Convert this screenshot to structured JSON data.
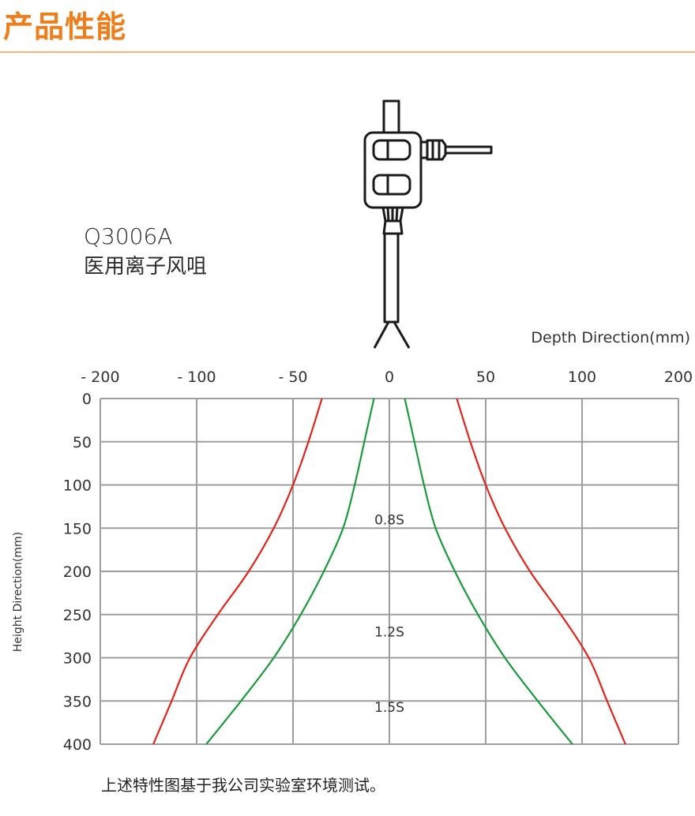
{
  "header": {
    "title": "产品性能"
  },
  "product": {
    "model": "Q3006A",
    "name": "医用离子风咀"
  },
  "footnote": "上述特性图基于我公司实验室环境测试。",
  "colors": {
    "title": "#ee7d1a",
    "title_rule": "#f3b675",
    "grid": "#9e9e9e",
    "outer_curve": "#e2231a",
    "inner_curve": "#1a9a3c",
    "text": "#333333"
  },
  "chart_data": {
    "type": "line",
    "title": "",
    "xlabel": "Depth Direction(mm)",
    "ylabel": "Height Direction(mm)",
    "x_ticks": [
      -200,
      -100,
      -50,
      0,
      50,
      100,
      200
    ],
    "x_tick_labels": [
      "- 200",
      "- 100",
      "- 50",
      "0",
      "50",
      "100",
      "200"
    ],
    "y_ticks": [
      0,
      50,
      100,
      150,
      200,
      250,
      300,
      350,
      400
    ],
    "y_tick_labels": [
      "0",
      "50",
      "100",
      "150",
      "200",
      "250",
      "300",
      "350",
      "400"
    ],
    "y_direction": "down",
    "grid": true,
    "annotations": [
      {
        "text": "0.8S",
        "x": 0,
        "y": 140
      },
      {
        "text": "1.2S",
        "x": 0,
        "y": 270
      },
      {
        "text": "1.5S",
        "x": 0,
        "y": 357
      }
    ],
    "series": [
      {
        "color": "#e2231a",
        "points": [
          [
            -35,
            0
          ],
          [
            -42,
            50
          ],
          [
            -50,
            100
          ],
          [
            -60,
            150
          ],
          [
            -73,
            200
          ],
          [
            -89,
            250
          ],
          [
            -107,
            300
          ],
          [
            -126,
            350
          ],
          [
            -145,
            400
          ]
        ]
      },
      {
        "color": "#e2231a",
        "points": [
          [
            35,
            0
          ],
          [
            42,
            50
          ],
          [
            50,
            100
          ],
          [
            60,
            150
          ],
          [
            73,
            200
          ],
          [
            89,
            250
          ],
          [
            107,
            300
          ],
          [
            126,
            350
          ],
          [
            145,
            400
          ]
        ]
      },
      {
        "color": "#1a9a3c",
        "points": [
          [
            -8,
            0
          ],
          [
            -13,
            50
          ],
          [
            -18,
            100
          ],
          [
            -24,
            150
          ],
          [
            -34,
            200
          ],
          [
            -46,
            250
          ],
          [
            -60,
            300
          ],
          [
            -77,
            350
          ],
          [
            -95,
            400
          ]
        ]
      },
      {
        "color": "#1a9a3c",
        "points": [
          [
            8,
            0
          ],
          [
            13,
            50
          ],
          [
            18,
            100
          ],
          [
            24,
            150
          ],
          [
            34,
            200
          ],
          [
            46,
            250
          ],
          [
            60,
            300
          ],
          [
            77,
            350
          ],
          [
            95,
            400
          ]
        ]
      }
    ]
  }
}
